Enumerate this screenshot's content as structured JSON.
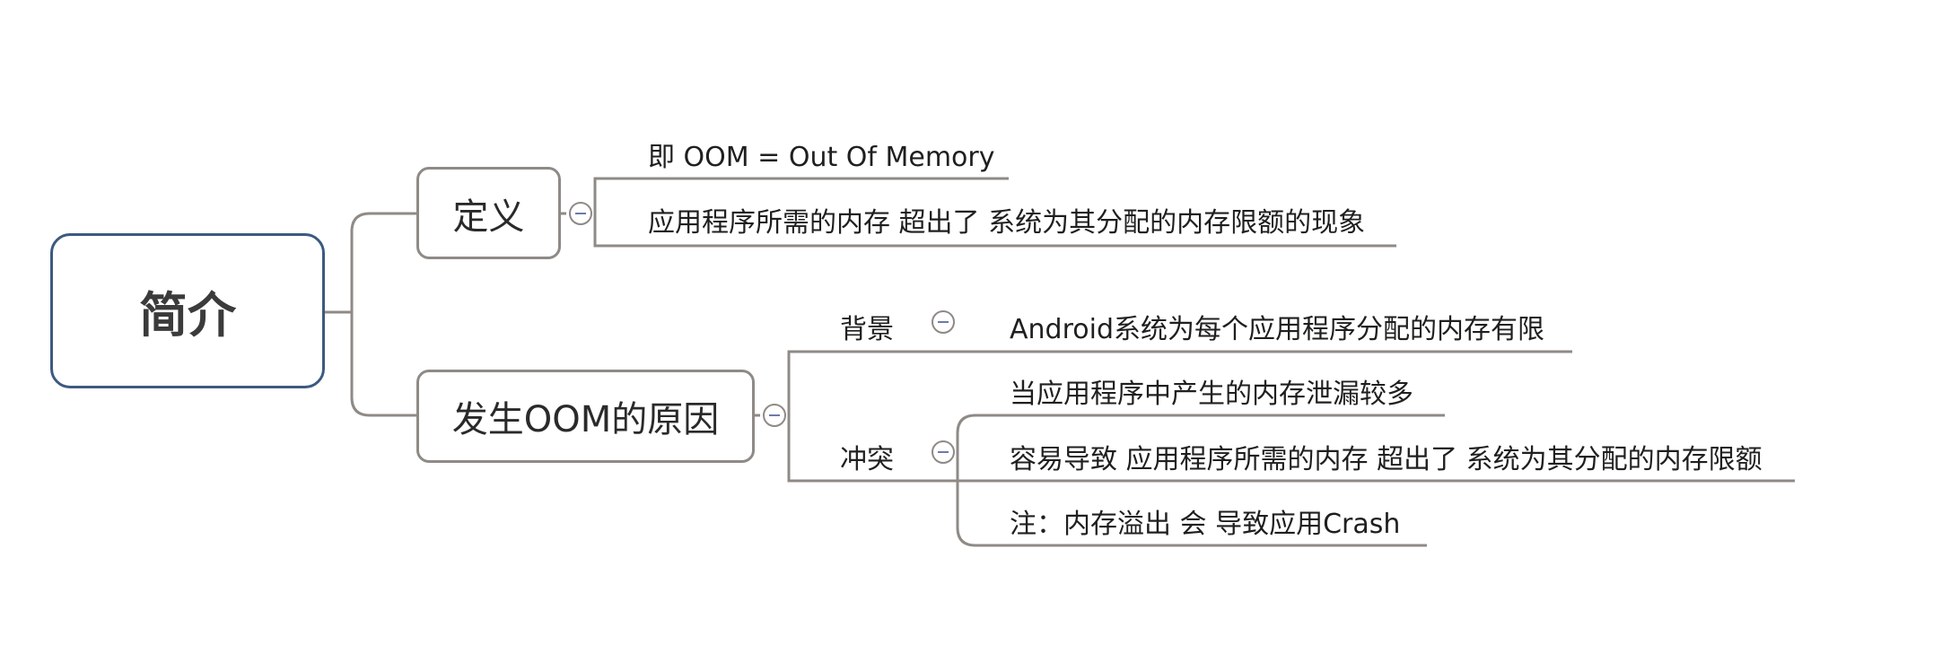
{
  "mindmap": {
    "root": "简介",
    "definition": {
      "title": "定义",
      "items": [
        "即 OOM = Out Of Memory",
        "应用程序所需的内存 超出了 系统为其分配的内存限额的现象"
      ]
    },
    "cause": {
      "title": "发生OOM的原因",
      "background": {
        "title": "背景",
        "items": [
          "Android系统为每个应用程序分配的内存有限"
        ]
      },
      "conflict": {
        "title": "冲突",
        "items": [
          "当应用程序中产生的内存泄漏较多",
          "容易导致 应用程序所需的内存 超出了 系统为其分配的内存限额",
          "注：内存溢出 会 导致应用Crash"
        ]
      }
    }
  },
  "colors": {
    "root_border": "#3c5a80",
    "node_border": "#8f8a86",
    "connector": "#8f8a86"
  },
  "icons": {
    "collapse": "minus-circle-icon"
  }
}
